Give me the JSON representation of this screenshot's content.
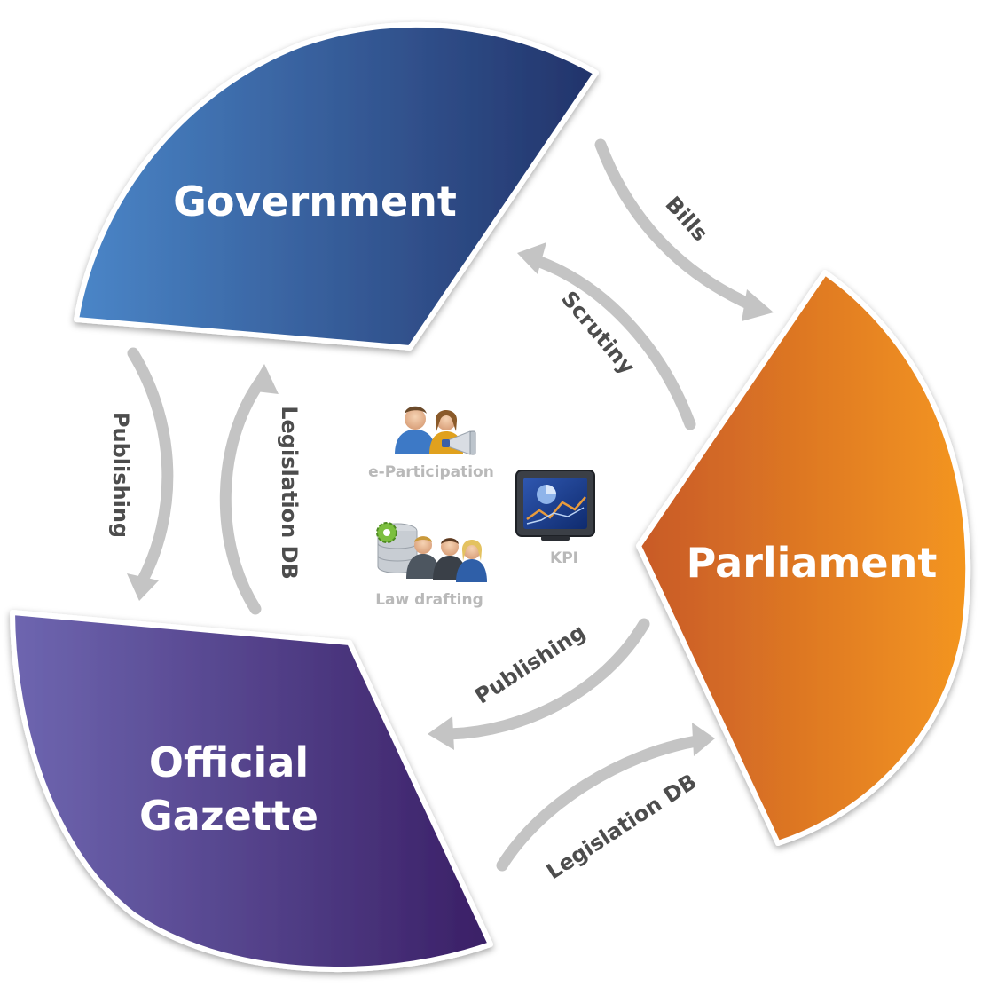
{
  "diagram": {
    "segments": {
      "government": {
        "label": "Government",
        "color_start": "#4a86c8",
        "color_end": "#22336a"
      },
      "parliament": {
        "label": "Parliament",
        "color_start": "#c85a28",
        "color_end": "#f4961f"
      },
      "gazette": {
        "line1": "Official",
        "line2": "Gazette",
        "color_start": "#6e66b0",
        "color_end": "#3a1f66"
      }
    },
    "flows": {
      "bills": "Bills",
      "scrutiny": "Scrutiny",
      "publishing_parliament": "Publishing",
      "legislation_db_parliament": "Legislation DB",
      "publishing_government": "Publishing",
      "legislation_db_government": "Legislation DB"
    },
    "tools": {
      "e_participation": "e-Participation",
      "kpi": "KPI",
      "law_drafting": "Law drafting"
    },
    "arrow_color": "#c4c4c4"
  }
}
